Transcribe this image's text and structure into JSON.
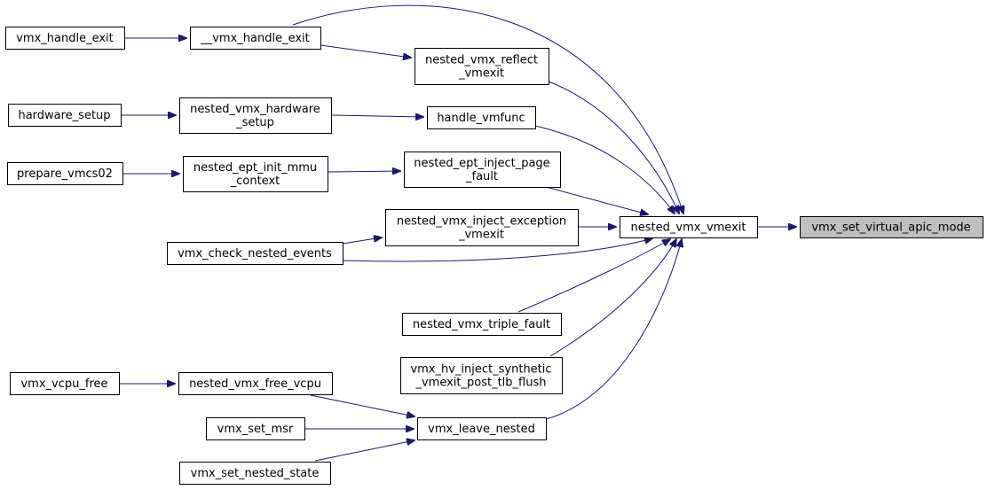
{
  "diagram": {
    "type": "call-graph",
    "edge_color": "#191970",
    "root_fill": "#bfbfbf",
    "nodes": [
      {
        "id": "root",
        "lines": [
          "vmx_set_virtual_apic_mode"
        ],
        "root": true
      },
      {
        "id": "nested_vmx_vmexit",
        "lines": [
          "nested_vmx_vmexit"
        ]
      },
      {
        "id": "vmx_handle_exit",
        "lines": [
          "vmx_handle_exit"
        ]
      },
      {
        "id": "__vmx_handle_exit",
        "lines": [
          "__vmx_handle_exit"
        ]
      },
      {
        "id": "nested_vmx_reflect_vmexit",
        "lines": [
          "nested_vmx_reflect",
          "_vmexit"
        ]
      },
      {
        "id": "hardware_setup",
        "lines": [
          "hardware_setup"
        ]
      },
      {
        "id": "nested_vmx_hardware_setup",
        "lines": [
          "nested_vmx_hardware",
          "_setup"
        ]
      },
      {
        "id": "handle_vmfunc",
        "lines": [
          "handle_vmfunc"
        ]
      },
      {
        "id": "prepare_vmcs02",
        "lines": [
          "prepare_vmcs02"
        ]
      },
      {
        "id": "nested_ept_init_mmu_context",
        "lines": [
          "nested_ept_init_mmu",
          "_context"
        ]
      },
      {
        "id": "nested_ept_inject_page_fault",
        "lines": [
          "nested_ept_inject_page",
          "_fault"
        ]
      },
      {
        "id": "nested_vmx_inject_exception_vmexit",
        "lines": [
          "nested_vmx_inject_exception",
          "_vmexit"
        ]
      },
      {
        "id": "vmx_check_nested_events",
        "lines": [
          "vmx_check_nested_events"
        ]
      },
      {
        "id": "nested_vmx_triple_fault",
        "lines": [
          "nested_vmx_triple_fault"
        ]
      },
      {
        "id": "vmx_hv_inject",
        "lines": [
          "vmx_hv_inject_synthetic",
          "_vmexit_post_tlb_flush"
        ]
      },
      {
        "id": "vmx_vcpu_free",
        "lines": [
          "vmx_vcpu_free"
        ]
      },
      {
        "id": "nested_vmx_free_vcpu",
        "lines": [
          "nested_vmx_free_vcpu"
        ]
      },
      {
        "id": "vmx_set_msr",
        "lines": [
          "vmx_set_msr"
        ]
      },
      {
        "id": "vmx_leave_nested",
        "lines": [
          "vmx_leave_nested"
        ]
      },
      {
        "id": "vmx_set_nested_state",
        "lines": [
          "vmx_set_nested_state"
        ]
      }
    ],
    "edges": [
      {
        "from": "nested_vmx_vmexit",
        "to": "root"
      },
      {
        "from": "vmx_handle_exit",
        "to": "__vmx_handle_exit"
      },
      {
        "from": "__vmx_handle_exit",
        "to": "nested_vmx_reflect_vmexit"
      },
      {
        "from": "__vmx_handle_exit",
        "to": "nested_vmx_vmexit"
      },
      {
        "from": "nested_vmx_reflect_vmexit",
        "to": "nested_vmx_vmexit"
      },
      {
        "from": "hardware_setup",
        "to": "nested_vmx_hardware_setup"
      },
      {
        "from": "nested_vmx_hardware_setup",
        "to": "handle_vmfunc"
      },
      {
        "from": "handle_vmfunc",
        "to": "nested_vmx_vmexit"
      },
      {
        "from": "prepare_vmcs02",
        "to": "nested_ept_init_mmu_context"
      },
      {
        "from": "nested_ept_init_mmu_context",
        "to": "nested_ept_inject_page_fault"
      },
      {
        "from": "nested_ept_inject_page_fault",
        "to": "nested_vmx_vmexit"
      },
      {
        "from": "nested_vmx_inject_exception_vmexit",
        "to": "nested_vmx_vmexit"
      },
      {
        "from": "vmx_check_nested_events",
        "to": "nested_vmx_inject_exception_vmexit"
      },
      {
        "from": "vmx_check_nested_events",
        "to": "nested_vmx_vmexit"
      },
      {
        "from": "nested_vmx_triple_fault",
        "to": "nested_vmx_vmexit"
      },
      {
        "from": "vmx_hv_inject",
        "to": "nested_vmx_vmexit"
      },
      {
        "from": "vmx_vcpu_free",
        "to": "nested_vmx_free_vcpu"
      },
      {
        "from": "nested_vmx_free_vcpu",
        "to": "vmx_leave_nested"
      },
      {
        "from": "vmx_set_msr",
        "to": "vmx_leave_nested"
      },
      {
        "from": "vmx_set_nested_state",
        "to": "vmx_leave_nested"
      },
      {
        "from": "vmx_leave_nested",
        "to": "nested_vmx_vmexit"
      }
    ]
  }
}
